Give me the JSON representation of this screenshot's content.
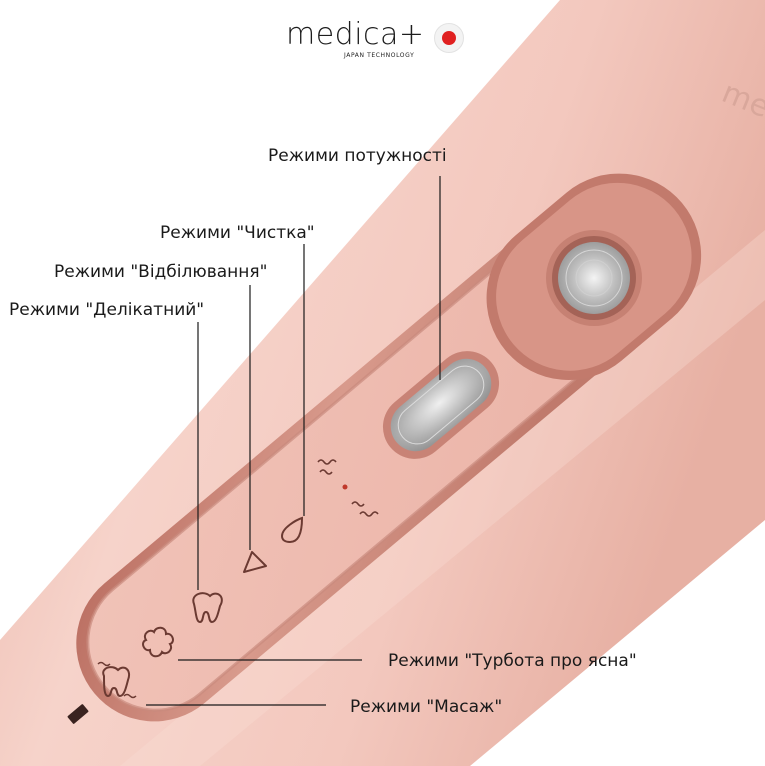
{
  "brand": {
    "name": "medica+",
    "tagline": "JAPAN TECHNOLOGY",
    "device_watermark": "medica",
    "dot_color": "#e02020"
  },
  "colors": {
    "body_pink": "#f1c6bd",
    "panel_rose": "#c57d71",
    "icon_brown": "#6b3a32",
    "button_silver": "#b9b9b9"
  },
  "callouts": {
    "power_modes": "Режими потужності",
    "clean_mode": "Режими \"Чистка\"",
    "whitening_mode": "Режими \"Відбілювання\"",
    "gentle_mode": "Режими \"Делікатний\"",
    "gum_care_mode": "Режими \"Турбота про ясна\"",
    "massage_mode": "Режими \"Масаж\""
  },
  "icons": [
    "power-button-icon",
    "intensity-button-icon",
    "intensity-waves-icon",
    "clean-drop-icon",
    "whitening-icon",
    "gentle-tooth-icon",
    "gum-care-flower-icon",
    "massage-tooth-icon",
    "battery-icon"
  ]
}
